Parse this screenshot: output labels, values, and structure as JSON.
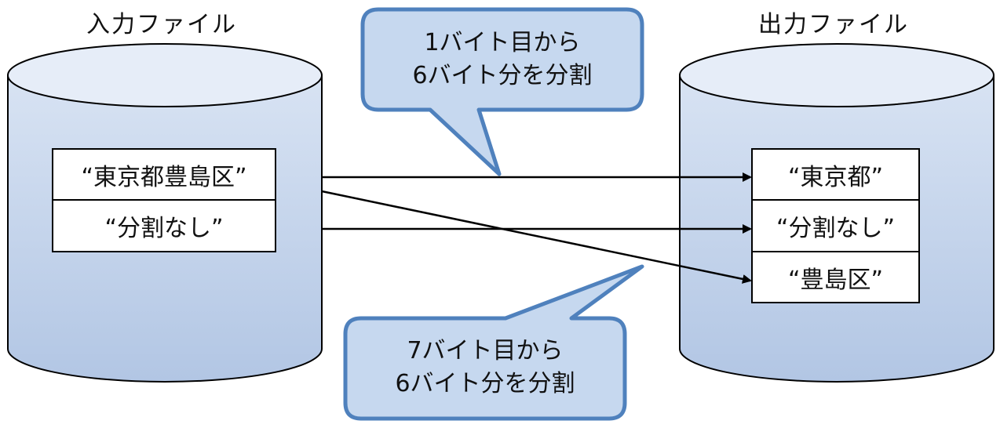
{
  "input_db": {
    "label": "入力ファイル",
    "records": [
      "“東京都豊島区”",
      "“分割なし”"
    ]
  },
  "output_db": {
    "label": "出力ファイル",
    "records": [
      "“東京都”",
      "“分割なし”",
      "“豊島区”"
    ]
  },
  "callouts": {
    "top": {
      "line1": "1バイト目から",
      "line2": "6バイト分を分割"
    },
    "bottom": {
      "line1": "7バイト目から",
      "line2": "6バイト分を分割"
    }
  },
  "colors": {
    "cylinder_top": "#dfe7f4",
    "cylinder_body": "#b8cbe6",
    "callout_fill": "#c6d8ef",
    "callout_border": "#4f81bd",
    "line": "#000000"
  }
}
